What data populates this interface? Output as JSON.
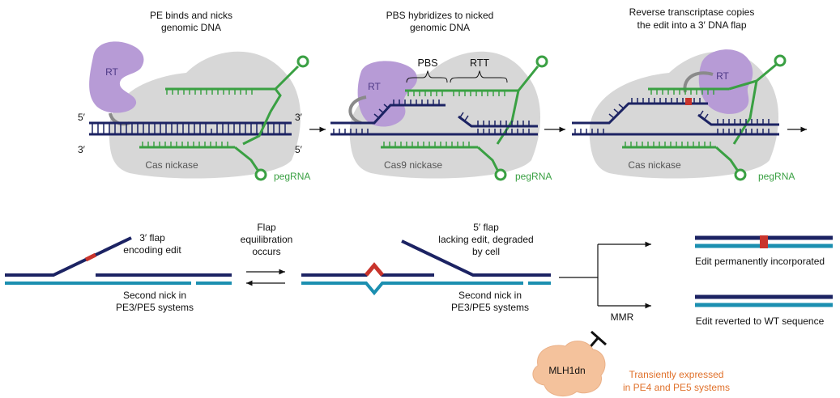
{
  "colors": {
    "dark_dna": "#1c2363",
    "teal_dna": "#1b8fb0",
    "pegrna": "#3aa043",
    "rt": "#b79bd6",
    "cas": "#d7d7d7",
    "edit": "#c8342c",
    "mlh1dn": "#f4c29c",
    "orange_text": "#e0712b"
  },
  "panel1": {
    "title_line1": "PE binds and nicks",
    "title_line2": "genomic DNA",
    "rt_label": "RT",
    "end_5_left": "5′",
    "end_3_left": "3′",
    "end_3_right": "3′",
    "end_5_right": "5′",
    "cas_label": "Cas nickase",
    "pegrna_label": "pegRNA"
  },
  "panel2": {
    "title_line1": "PBS hybridizes to nicked",
    "title_line2": "genomic DNA",
    "rt_label": "RT",
    "pbs_label": "PBS",
    "rtt_label": "RTT",
    "cas_label": "Cas9 nickase",
    "pegrna_label": "pegRNA"
  },
  "panel3": {
    "title_line1": "Reverse transcriptase copies",
    "title_line2": "the edit into a 3′ DNA flap",
    "rt_label": "RT",
    "cas_label": "Cas nickase",
    "pegrna_label": "pegRNA"
  },
  "bottom": {
    "flap3_line1": "3′ flap",
    "flap3_line2": "encoding edit",
    "second_nick_left_line1": "Second nick in",
    "second_nick_left_line2": "PE3/PE5 systems",
    "equil_line1": "Flap",
    "equil_line2": "equilibration",
    "equil_line3": "occurs",
    "flap5_line1": "5′ flap",
    "flap5_line2": "lacking edit, degraded",
    "flap5_line3": "by cell",
    "second_nick_mid_line1": "Second nick in",
    "second_nick_mid_line2": "PE3/PE5 systems",
    "mmr_label": "MMR",
    "outcome_top": "Edit permanently incorporated",
    "outcome_bottom": "Edit reverted to WT sequence",
    "mlh1dn_label": "MLH1dn",
    "transient_line1": "Transiently expressed",
    "transient_line2": "in PE4 and PE5 systems"
  }
}
